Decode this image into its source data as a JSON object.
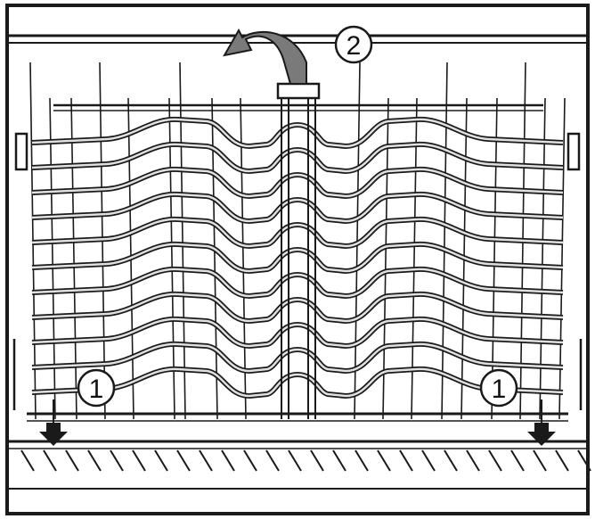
{
  "diagram": {
    "callouts": [
      {
        "id": "step-2",
        "label": "2"
      },
      {
        "id": "step-1-left",
        "label": "1"
      },
      {
        "id": "step-1-right",
        "label": "1"
      }
    ],
    "icons": [
      "rotate-arrow-icon",
      "down-arrow-icon",
      "down-arrow-icon"
    ],
    "colors": {
      "line": "#1a1a1a",
      "wire_fill": "#d9d9d9",
      "background": "#ffffff",
      "arrow_fill": "#777777"
    }
  }
}
